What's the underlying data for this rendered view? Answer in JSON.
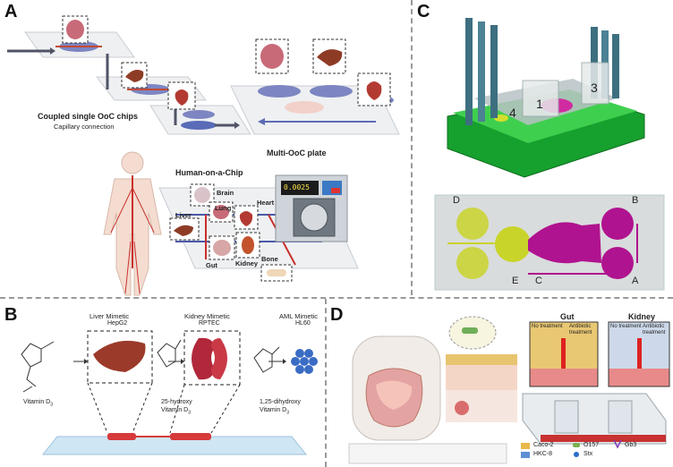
{
  "panels": {
    "a": {
      "letter": "A",
      "coupled_title": "Coupled single OoC chips",
      "coupled_sub": "Capillary connection",
      "multi_label": "Multi-OoC plate",
      "hoc_title": "Human-on-a-Chip",
      "organs": {
        "brain": "Brain",
        "lung": "Lung",
        "heart": "Heart",
        "liver": "Liver",
        "kidney": "Kidney",
        "bone": "Bone",
        "gut": "Gut"
      },
      "display_value": "0.0025"
    },
    "b": {
      "letter": "B",
      "liver_title": "Liver Mimetic",
      "liver_sub": "HepG2",
      "kidney_title": "Kidney Mimetic",
      "kidney_sub": "RPTEC",
      "aml_title": "AML Mimetic",
      "aml_sub": "HL60",
      "vit_d3": "Vitamin D",
      "hydroxy_1": "25-hydroxy",
      "hydroxy_2": "Vitamin D",
      "dihydroxy_1": "1,25-dihydroxy",
      "dihydroxy_2": "Vitamin D",
      "subscript": "3"
    },
    "c": {
      "letter": "C",
      "chamber_labels": [
        "1",
        "3",
        "4"
      ],
      "port_labels": [
        "D",
        "B",
        "E",
        "C",
        "A"
      ]
    },
    "d": {
      "letter": "D",
      "gut_title": "Gut",
      "kidney_title": "Kidney",
      "no_treatment": "No treatment",
      "antibiotic_1": "Antibiotic",
      "antibiotic_2": "treatment",
      "legend_cells": [
        "Caco-2",
        "HKC-8"
      ],
      "legend_markers": [
        "O157",
        "Stx",
        "Gb3"
      ]
    }
  },
  "colors": {
    "organ_red": "#b63a32",
    "chip_purple": "#b0138f",
    "chip_yellow": "#c9d42a",
    "chip_green": "#2fae3a",
    "channel_blue": "#5b6bb5",
    "chip_red": "#d2322d"
  }
}
